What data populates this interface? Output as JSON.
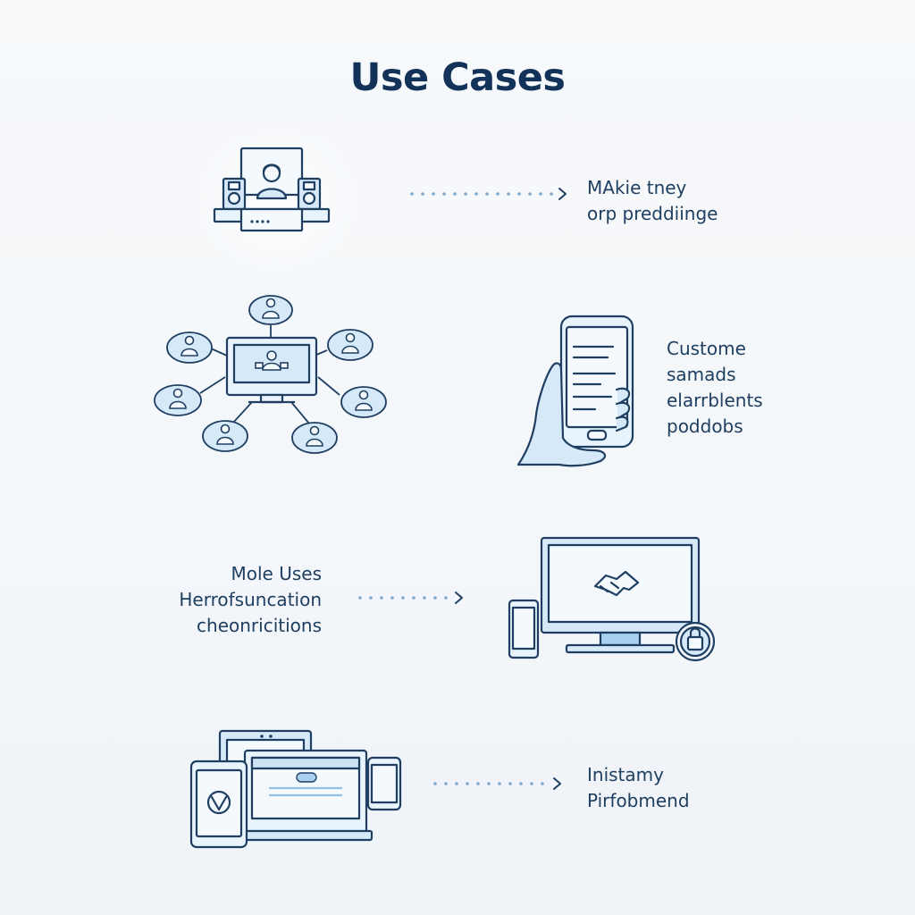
{
  "page": {
    "title": "Use Cases"
  },
  "rows": [
    {
      "id": "row-1",
      "illustration": "workstation-with-speakers-icon",
      "caption": [
        "MAkie tney",
        "orp preddiinge"
      ]
    },
    {
      "id": "row-2",
      "illustration": "networked-users-hub-icon",
      "caption": [
        "Custome",
        "samads",
        "elarrblents",
        "poddobs"
      ],
      "secondary_illustration": "hand-holding-phone-icon"
    },
    {
      "id": "row-3",
      "illustration": "monitor-phone-lock-icon",
      "caption": [
        "Mole Uses",
        "Herrofsuncation",
        "cheonricitions"
      ]
    },
    {
      "id": "row-4",
      "illustration": "multi-device-responsive-icon",
      "caption": [
        "Inistamy",
        "Pirfobmend"
      ]
    }
  ],
  "colors": {
    "line": "#1f3f62",
    "fill": "#d6e9f8",
    "fill_light": "#e8f3fb",
    "accent": "#8fbfe6",
    "arrow_dots": "#7ea7cc",
    "title": "#13325a"
  }
}
